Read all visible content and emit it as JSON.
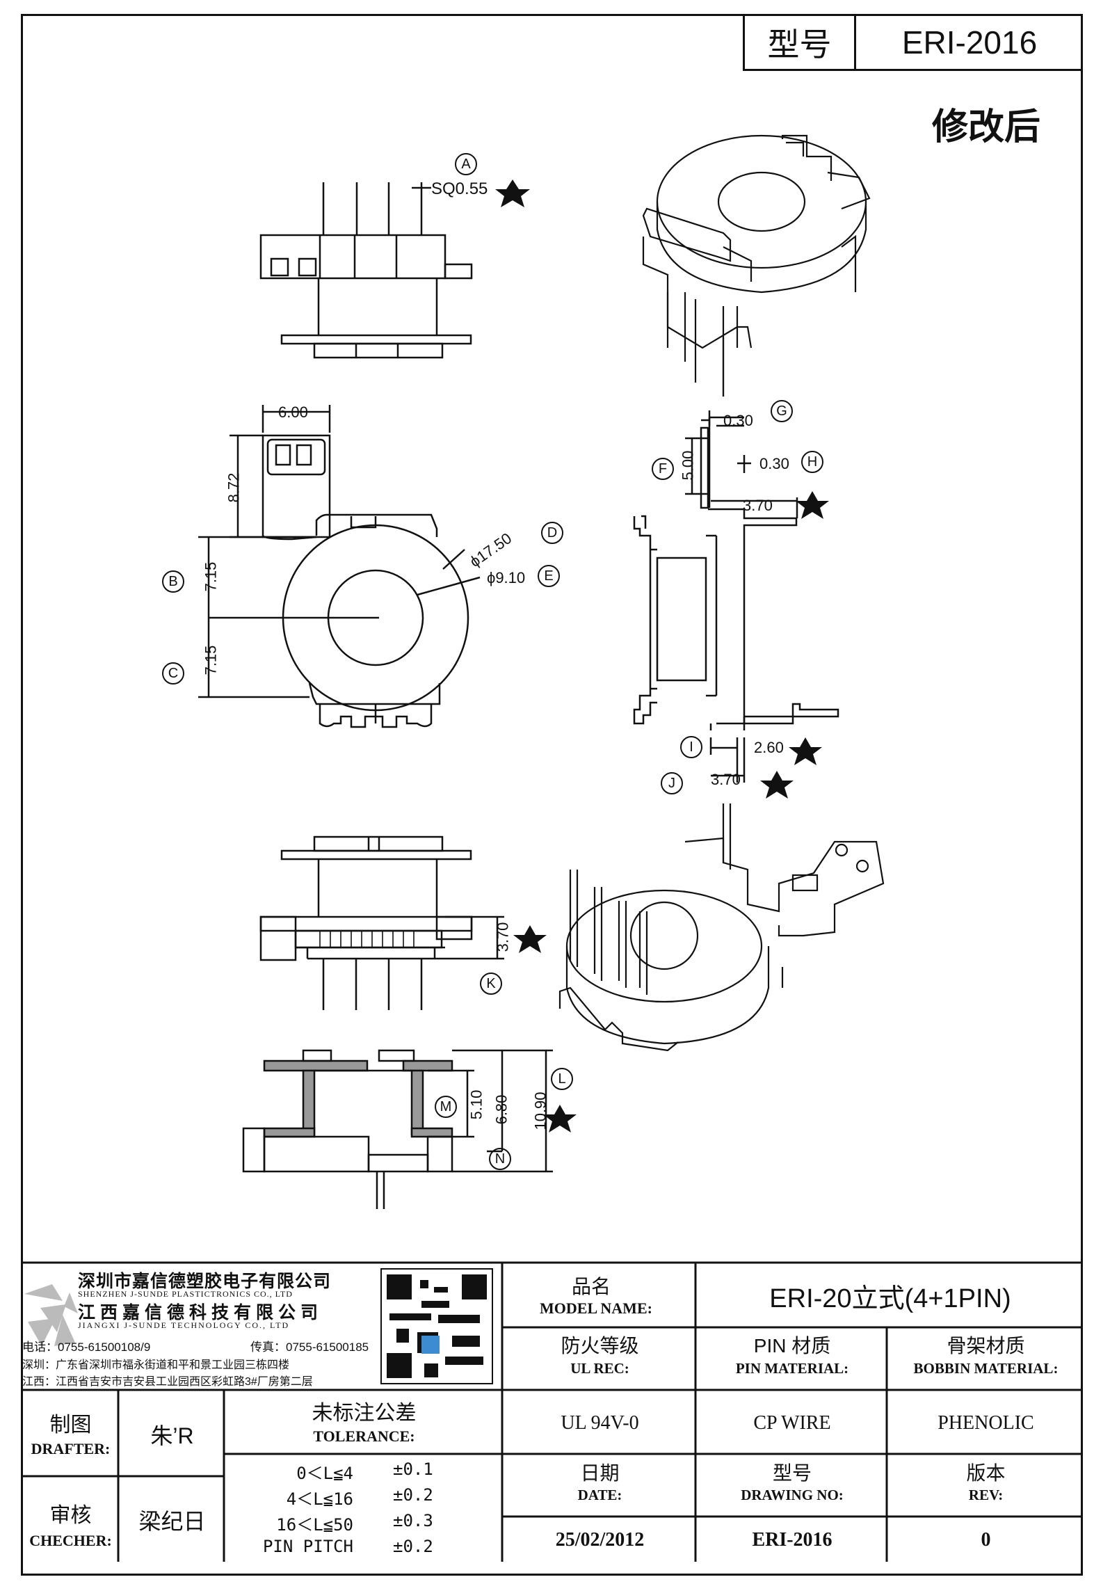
{
  "header": {
    "model_label": "型号",
    "model_value": "ERI-2016",
    "revision_note": "修改后"
  },
  "dimensions": {
    "A": {
      "letter": "A",
      "text": "SQ0.55"
    },
    "w600": "6.00",
    "h872": "8.72",
    "B": {
      "letter": "B",
      "text": "7.15"
    },
    "C": {
      "letter": "C",
      "text": "7.15"
    },
    "D": {
      "letter": "D",
      "text": "ϕ17.50"
    },
    "E": {
      "letter": "E",
      "text": "ϕ9.10"
    },
    "F": {
      "letter": "F",
      "text": "5.00"
    },
    "G": {
      "letter": "G",
      "text": "0.30"
    },
    "H": {
      "letter": "H",
      "text": "0.30"
    },
    "w370a": "3.70",
    "I": {
      "letter": "I",
      "text": "2.60"
    },
    "J": {
      "letter": "J",
      "text": "3.70"
    },
    "K": {
      "letter": "K",
      "text": "3.70"
    },
    "L": {
      "letter": "L",
      "text": "10.90"
    },
    "M": {
      "letter": "M",
      "text": "5.10"
    },
    "N": {
      "letter": "N",
      "text": "6.80"
    }
  },
  "company": {
    "name_cn_1": "深圳市嘉信德塑胶电子有限公司",
    "name_en_1": "SHENZHEN J-SUNDE PLASTICTRONICS CO., LTD",
    "name_cn_2": "江西嘉信德科技有限公司",
    "name_en_2": "JIANGXI J-SUNDE TECHNOLOGY CO., LTD",
    "phone": "电话：0755-61500108/9",
    "fax": "传真：0755-61500185",
    "addr_sz": "深圳：广东省深圳市福永街道和平和景工业园三栋四楼",
    "addr_jx": "江西：江西省吉安市吉安县工业园西区彩虹路3#厂房第二层"
  },
  "title_block": {
    "model_name_cn": "品名",
    "model_name_en": "MODEL NAME:",
    "model_name_value": "ERI-20立式(4+1PIN)",
    "ul_cn": "防火等级",
    "ul_en": "UL REC:",
    "pin_cn": "PIN 材质",
    "pin_en": "PIN MATERIAL:",
    "bobbin_cn": "骨架材质",
    "bobbin_en": "BOBBIN MATERIAL:",
    "ul_value": "UL 94V-0",
    "pin_value": "CP WIRE",
    "bobbin_value": "PHENOLIC",
    "date_cn": "日期",
    "date_en": "DATE:",
    "dwg_cn": "型号",
    "dwg_en": "DRAWING NO:",
    "rev_cn": "版本",
    "rev_en": "REV:",
    "date_value": "25/02/2012",
    "dwg_value": "ERI-2016",
    "rev_value": "0",
    "drafter_cn": "制图",
    "drafter_en": "DRAFTER:",
    "drafter_value": "朱’R",
    "checker_cn": "审核",
    "checker_en": "CHECHER:",
    "checker_value": "梁纪日",
    "tolerance_cn": "未标注公差",
    "tolerance_en": "TOLERANCE:",
    "tolerances": [
      {
        "range": "0＜L≦4",
        "value": "±0.1"
      },
      {
        "range": "4＜L≦16",
        "value": "±0.2"
      },
      {
        "range": "16＜L≦50",
        "value": "±0.3"
      },
      {
        "range": "PIN PITCH",
        "value": "±0.2"
      }
    ]
  }
}
